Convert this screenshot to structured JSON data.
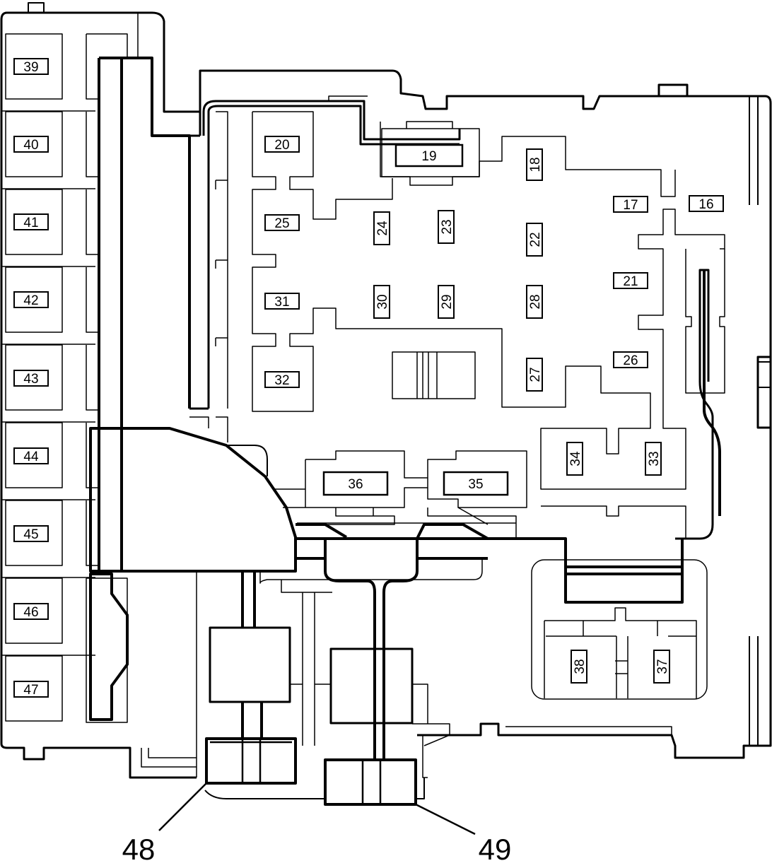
{
  "colors": {
    "line": "#000000",
    "background": "#ffffff"
  },
  "fuses": {
    "f16": "16",
    "f17": "17",
    "f18": "18",
    "f19": "19",
    "f20": "20",
    "f21": "21",
    "f22": "22",
    "f23": "23",
    "f24": "24",
    "f25": "25",
    "f26": "26",
    "f27": "27",
    "f28": "28",
    "f29": "29",
    "f30": "30",
    "f31": "31",
    "f32": "32",
    "f33": "33",
    "f34": "34",
    "f35": "35",
    "f36": "36",
    "f37": "37",
    "f38": "38",
    "f39": "39",
    "f40": "40",
    "f41": "41",
    "f42": "42",
    "f43": "43",
    "f44": "44",
    "f45": "45",
    "f46": "46",
    "f47": "47"
  },
  "callouts": {
    "c48": "48",
    "c49": "49"
  }
}
